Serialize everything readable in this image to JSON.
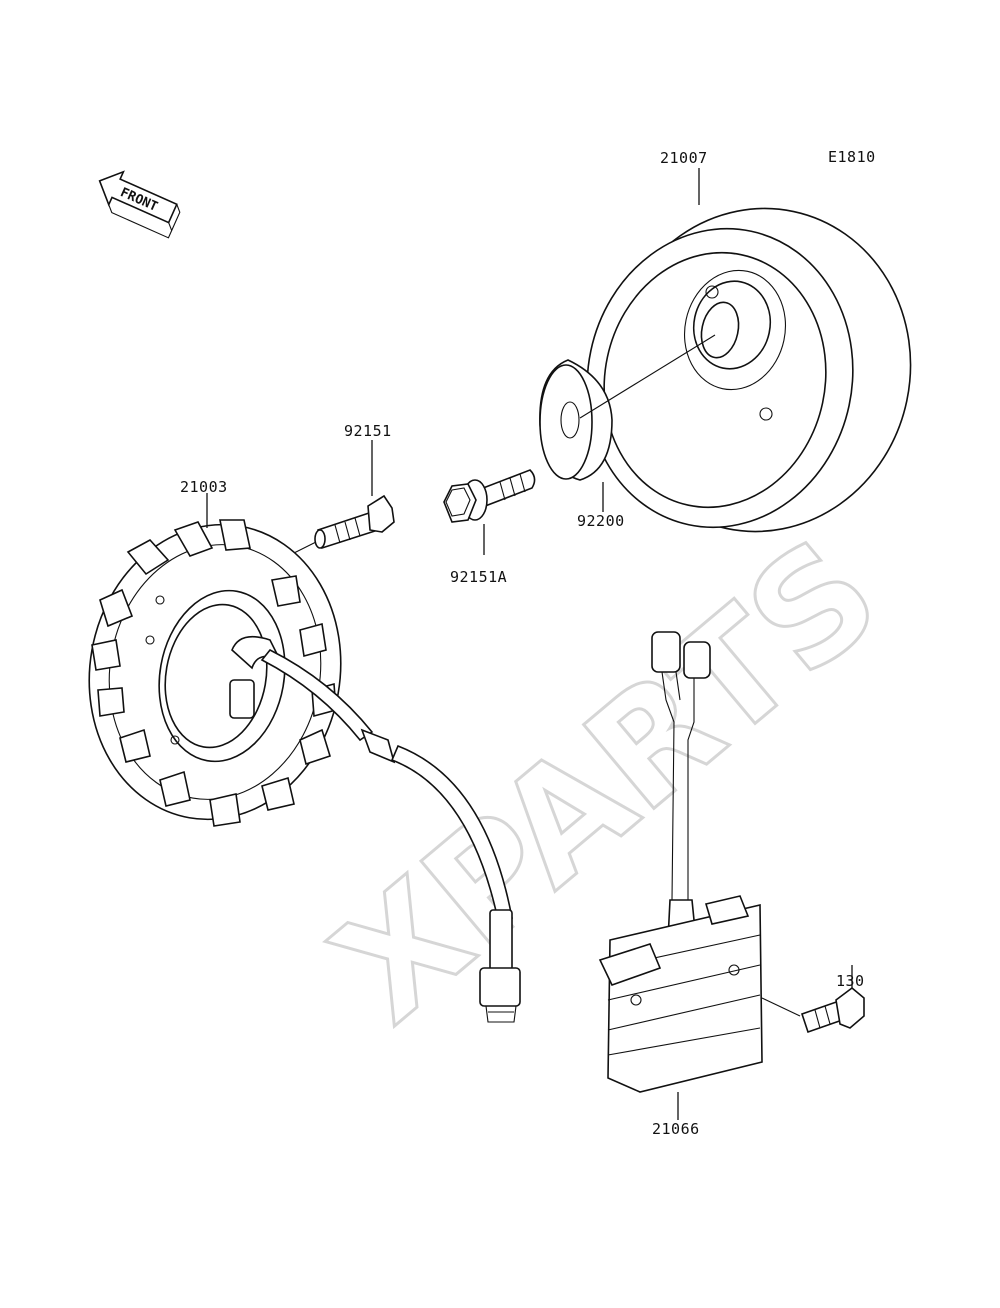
{
  "diagram_code": "E1810",
  "front_arrow_label": "FRONT",
  "watermark": "XPARTS",
  "parts": [
    {
      "id": "p21007",
      "number": "21007"
    },
    {
      "id": "p92151",
      "number": "92151"
    },
    {
      "id": "p21003",
      "number": "21003"
    },
    {
      "id": "p92200",
      "number": "92200"
    },
    {
      "id": "p92151A",
      "number": "92151A"
    },
    {
      "id": "p130",
      "number": "130"
    },
    {
      "id": "p21066",
      "number": "21066"
    }
  ]
}
